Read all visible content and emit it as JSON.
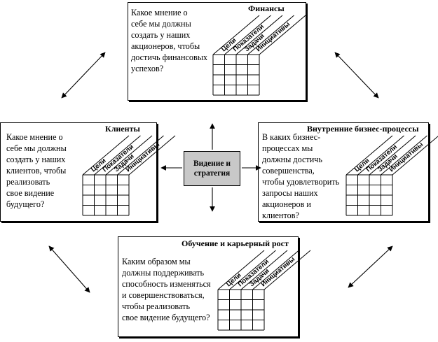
{
  "center": {
    "line1": "Видение и",
    "line2": "стратегия"
  },
  "column_headers": [
    "Цели",
    "Показатели",
    "Задачи",
    "Инициативы"
  ],
  "perspectives": {
    "finance": {
      "title": "Финансы",
      "lines": [
        "Какое мнение о",
        "себе мы должны",
        "создать у наших",
        "акционеров, чтобы",
        "достичь финансовых",
        "успехов?"
      ]
    },
    "clients": {
      "title": "Клиенты",
      "lines": [
        "Какое мнение о",
        "себе мы должны",
        "создать у наших",
        "клиентов, чтобы",
        "реализовать",
        "свое видение",
        "будущего?"
      ]
    },
    "internal": {
      "title": "Внутренние бизнес-процессы",
      "lines": [
        "В каких бизнес-",
        "процессах мы",
        "должны достичь",
        "совершенства,",
        "чтобы удовлетворить",
        "запросы наших",
        "акционеров и",
        "клиентов?"
      ]
    },
    "learning": {
      "title": "Обучение и карьерный рост",
      "lines": [
        "Каким образом мы",
        "должны поддерживать",
        "способность изменяться",
        "и совершенствоваться,",
        "чтобы реализовать",
        "свое видение будущего?"
      ]
    }
  },
  "colors": {
    "center_fill": "#c8c8c8",
    "line": "#000000",
    "background": "#ffffff"
  }
}
